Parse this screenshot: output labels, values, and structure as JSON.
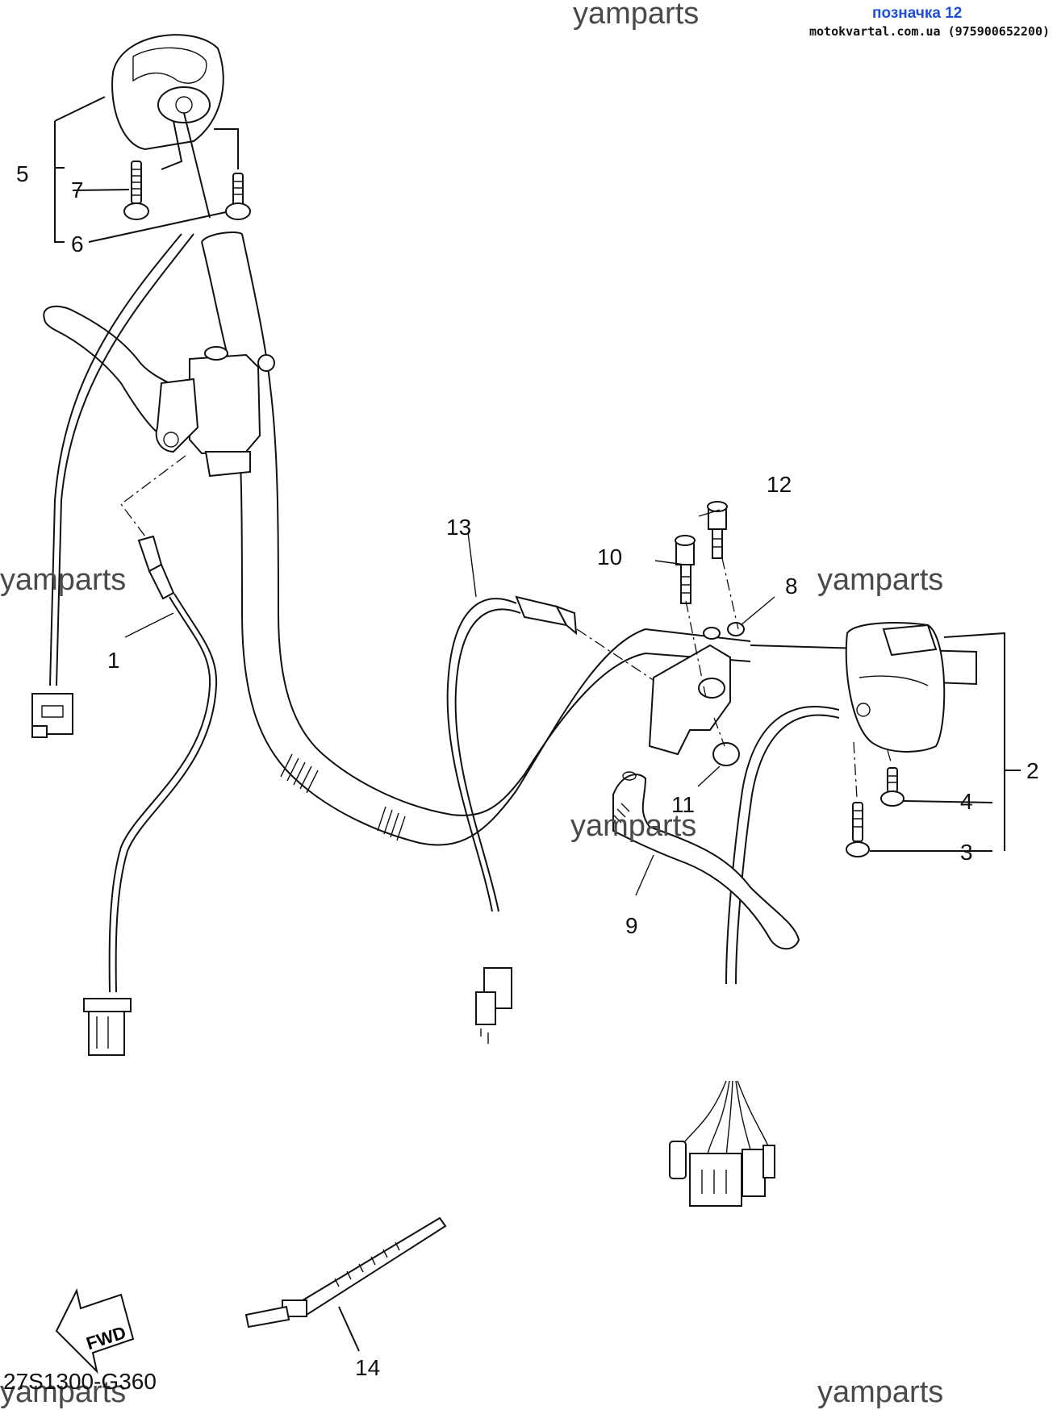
{
  "header": {
    "tag_label": "позначка 12",
    "site_label": "motokvartal.com.ua (975900652200)"
  },
  "watermarks": [
    "yamparts",
    "yamparts",
    "yamparts",
    "yamparts",
    "yamparts",
    "yamparts"
  ],
  "callouts": [
    "1",
    "2",
    "3",
    "4",
    "5",
    "6",
    "7",
    "8",
    "9",
    "10",
    "11",
    "12",
    "13",
    "14"
  ],
  "fwd_label": "FWD",
  "diagram_code": "27S1300-G360",
  "icons": {
    "fwd": "fwd-arrow-icon"
  }
}
